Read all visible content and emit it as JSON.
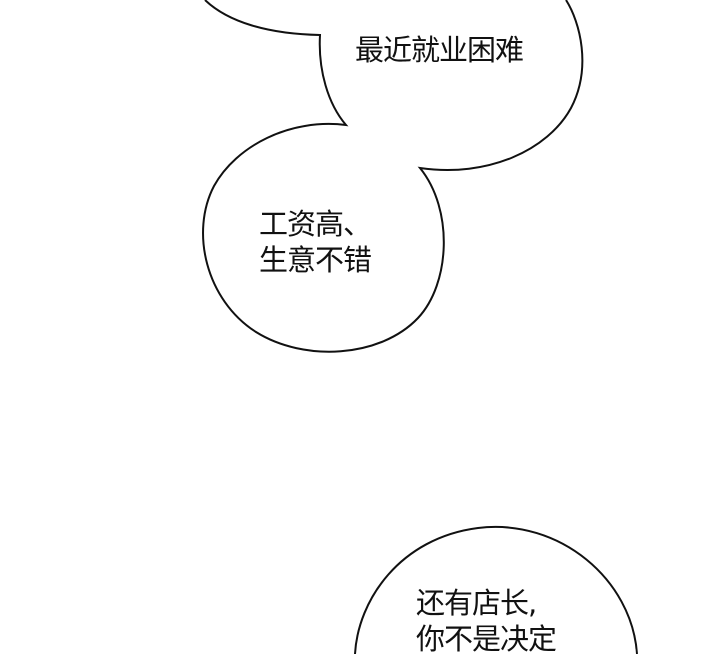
{
  "panel": {
    "background": "#ffffff",
    "stroke": "#111111"
  },
  "bubbles": [
    {
      "id": "top",
      "lines": [
        "最近就业困难"
      ]
    },
    {
      "id": "middle",
      "lines": [
        "工资高、",
        "生意不错"
      ]
    },
    {
      "id": "bottom",
      "lines": [
        "还有店长,",
        "你不是决定"
      ]
    }
  ]
}
